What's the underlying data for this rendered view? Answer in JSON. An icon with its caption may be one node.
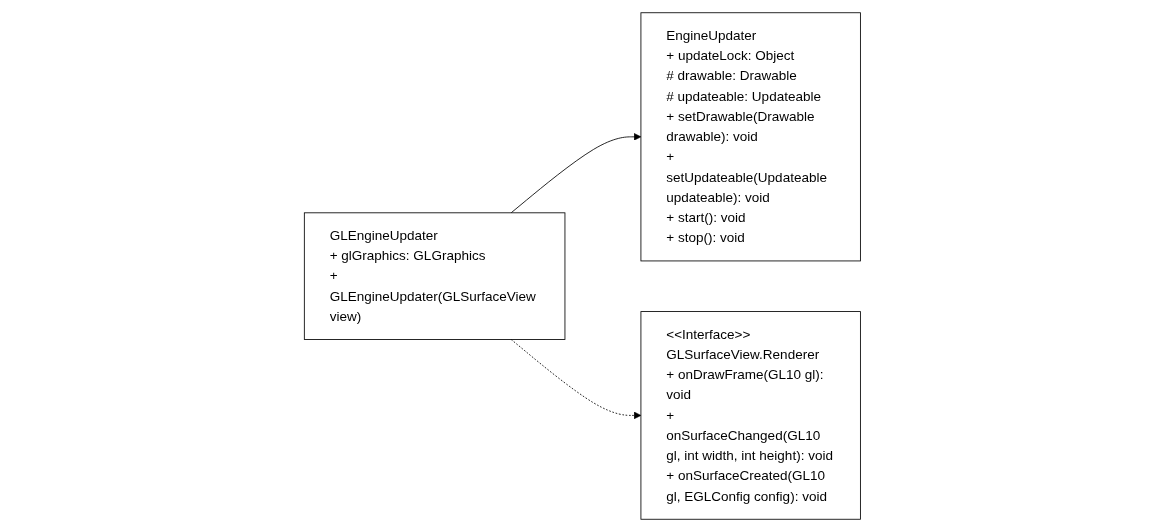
{
  "diagram": {
    "nodes": [
      {
        "text": [
          "EngineUpdater",
          "+ updateLock: Object",
          "# drawable: Drawable",
          "# updateable: Updateable",
          "+ setDrawable(Drawable drawable): void",
          "+ setUpdateable(Updateable updateable): void",
          "+ start(): void",
          "+ stop(): void"
        ]
      },
      {
        "text": [
          "<<Interface>>",
          "GLSurfaceView.Renderer",
          "+ onDrawFrame(GL10 gl): void",
          "+ onSurfaceChanged(GL10 gl, int width, int height): void",
          "+ onSurfaceCreated(GL10 gl, EGLConfig config): void"
        ]
      },
      {
        "text": [
          "GLEngineUpdater",
          "+ glGraphics: GLGraphics",
          "+ GLEngineUpdater(GLSurfaceView view)"
        ]
      }
    ],
    "edges": [
      {
        "from": 2,
        "to": 0,
        "arrow": "to"
      },
      {
        "from": 2,
        "to": 1,
        "arrow": "to",
        "style": "dashed"
      }
    ]
  }
}
